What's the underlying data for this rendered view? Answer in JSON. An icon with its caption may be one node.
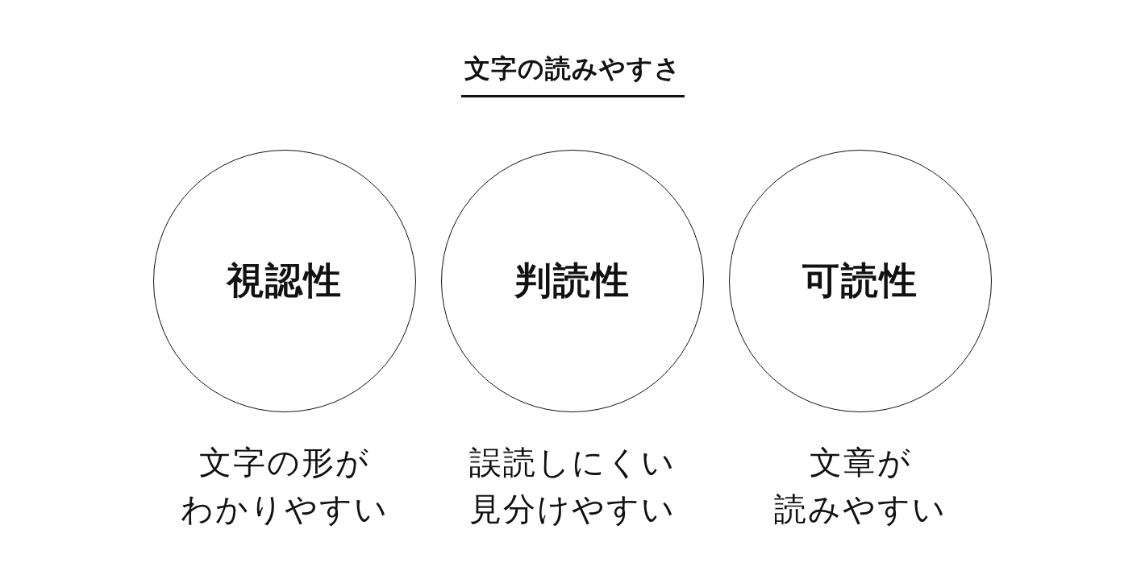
{
  "diagram": {
    "title": "文字の読みやすさ",
    "nodes": [
      {
        "text": [
          "視認性"
        ],
        "beside": [
          "文字の形が",
          "わかりやすい"
        ]
      },
      {
        "text": [
          "判読性"
        ],
        "beside": [
          "誤読しにくい",
          "見分けやすい"
        ]
      },
      {
        "text": [
          "可読性"
        ],
        "beside": [
          "文章が",
          "読みやすい"
        ]
      }
    ]
  }
}
